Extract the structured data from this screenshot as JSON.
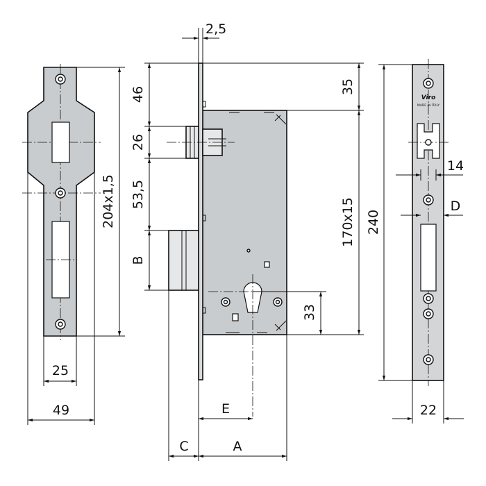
{
  "brand": {
    "logo": "Viro",
    "made_in": "MADE IN ITALY"
  },
  "dimensions": {
    "thickness_top": "2,5",
    "d46": "46",
    "d26": "26",
    "d53": "53,5",
    "dB": "B",
    "d35": "35",
    "d170": "170x15",
    "d33": "33",
    "d204": "204x1,5",
    "d25": "25",
    "d49": "49",
    "dE": "E",
    "dC": "C",
    "dA": "A",
    "d240": "240",
    "d14": "14",
    "dD": "D",
    "d22": "22"
  }
}
